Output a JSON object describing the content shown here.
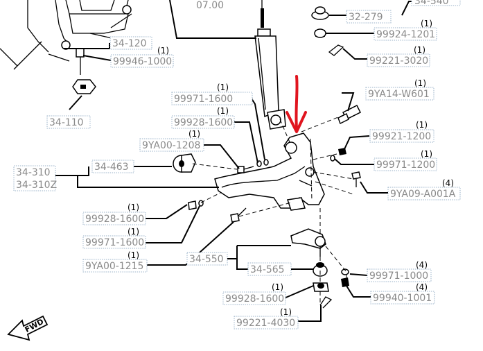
{
  "diagram": {
    "partial_top": "07.00",
    "partial_top_right": "34-540",
    "arrow_color": "#e0141e",
    "fwd_label": "FWD",
    "parts": [
      {
        "id": "p01",
        "number": "34-120",
        "qty": ""
      },
      {
        "id": "p02",
        "number": "99946-1000",
        "qty": "(1)"
      },
      {
        "id": "p03",
        "number": "34-110",
        "qty": ""
      },
      {
        "id": "p04",
        "number": "32-279",
        "qty": ""
      },
      {
        "id": "p05",
        "number": "99924-1201",
        "qty": "(1)"
      },
      {
        "id": "p06",
        "number": "99221-3020",
        "qty": "(1)"
      },
      {
        "id": "p07",
        "number": "99971-1600",
        "qty": "(1)"
      },
      {
        "id": "p08",
        "number": "99928-1600",
        "qty": "(1)"
      },
      {
        "id": "p09",
        "number": "9YA14-W601",
        "qty": "(1)"
      },
      {
        "id": "p10",
        "number": "9YA00-1208",
        "qty": "(1)"
      },
      {
        "id": "p11",
        "number": "99921-1200",
        "qty": "(1)"
      },
      {
        "id": "p12",
        "number": "34-463",
        "qty": ""
      },
      {
        "id": "p13",
        "number": "34-310",
        "qty": ""
      },
      {
        "id": "p14",
        "number": "34-310Z",
        "qty": ""
      },
      {
        "id": "p15",
        "number": "99971-1200",
        "qty": "(1)"
      },
      {
        "id": "p16",
        "number": "9YA09-A001A",
        "qty": "(4)"
      },
      {
        "id": "p17",
        "number": "99928-1600",
        "qty": "(1)"
      },
      {
        "id": "p18",
        "number": "99971-1600",
        "qty": "(1)"
      },
      {
        "id": "p19",
        "number": "9YA00-1215",
        "qty": "(1)"
      },
      {
        "id": "p20",
        "number": "34-550",
        "qty": ""
      },
      {
        "id": "p21",
        "number": "34-565",
        "qty": ""
      },
      {
        "id": "p22",
        "number": "99971-1000",
        "qty": "(4)"
      },
      {
        "id": "p23",
        "number": "99928-1600",
        "qty": "(1)"
      },
      {
        "id": "p24",
        "number": "99940-1001",
        "qty": "(4)"
      },
      {
        "id": "p25",
        "number": "99221-4030",
        "qty": "(1)"
      }
    ]
  }
}
